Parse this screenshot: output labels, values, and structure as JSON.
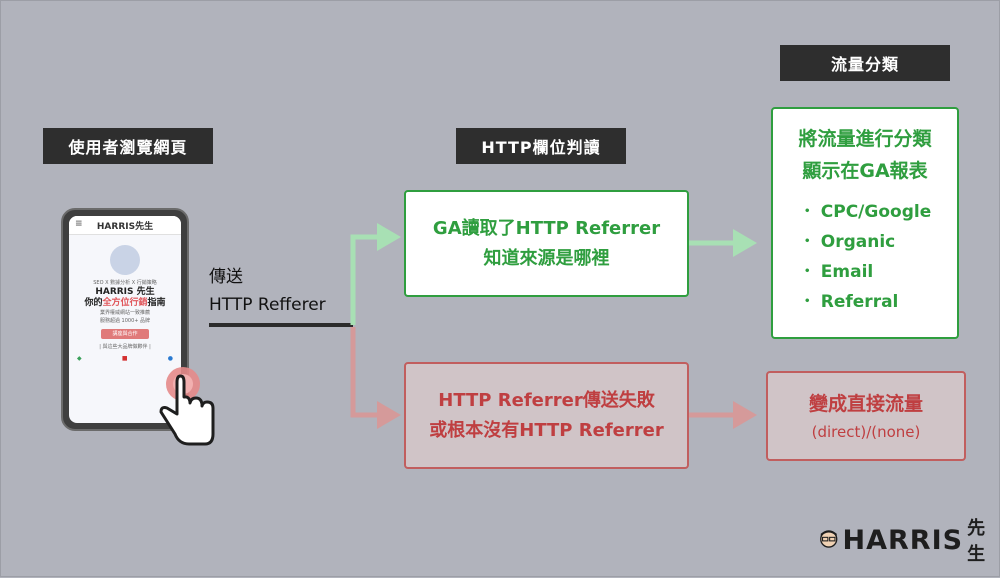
{
  "labels": {
    "user_browse": "使用者瀏覽網頁",
    "http_field": "HTTP欄位判讀",
    "traffic_class": "流量分類"
  },
  "send": {
    "line1": "傳送",
    "line2": "HTTP Refferer"
  },
  "success_box": {
    "line1": "GA讀取了HTTP Referrer",
    "line2": "知道來源是哪裡"
  },
  "fail_box": {
    "line1": "HTTP Referrer傳送失敗",
    "line2": "或根本沒有HTTP Referrer"
  },
  "classify_box": {
    "line1": "將流量進行分類",
    "line2": "顯示在GA報表",
    "items": [
      "CPC/Google",
      "Organic",
      "Email",
      "Referral"
    ]
  },
  "direct_box": {
    "line1": "變成直接流量",
    "line2": "(direct)/(none)"
  },
  "phone": {
    "logo": "HARRIS先生",
    "tagline": "SEO X 數據分析 X 行銷策略",
    "title1": "HARRIS 先生",
    "title2_pre": "你的",
    "title2_accent": "全方位行銷",
    "title2_post": "指南",
    "desc1": "業界權威網站一致推薦",
    "desc2": "服務超過 1000+ 品牌",
    "button": "講座與合作",
    "partners": "| 與這些大品牌做夥伴 |"
  },
  "brand": {
    "name": "HARRIS",
    "suffix": "先生"
  },
  "colors": {
    "green": "#2f9e3f",
    "green_arrow": "#a8e0b4",
    "red": "#c0393b",
    "red_arrow": "#d59a9a",
    "dark_label": "#2e2e2e",
    "background": "#b1b3bc"
  }
}
